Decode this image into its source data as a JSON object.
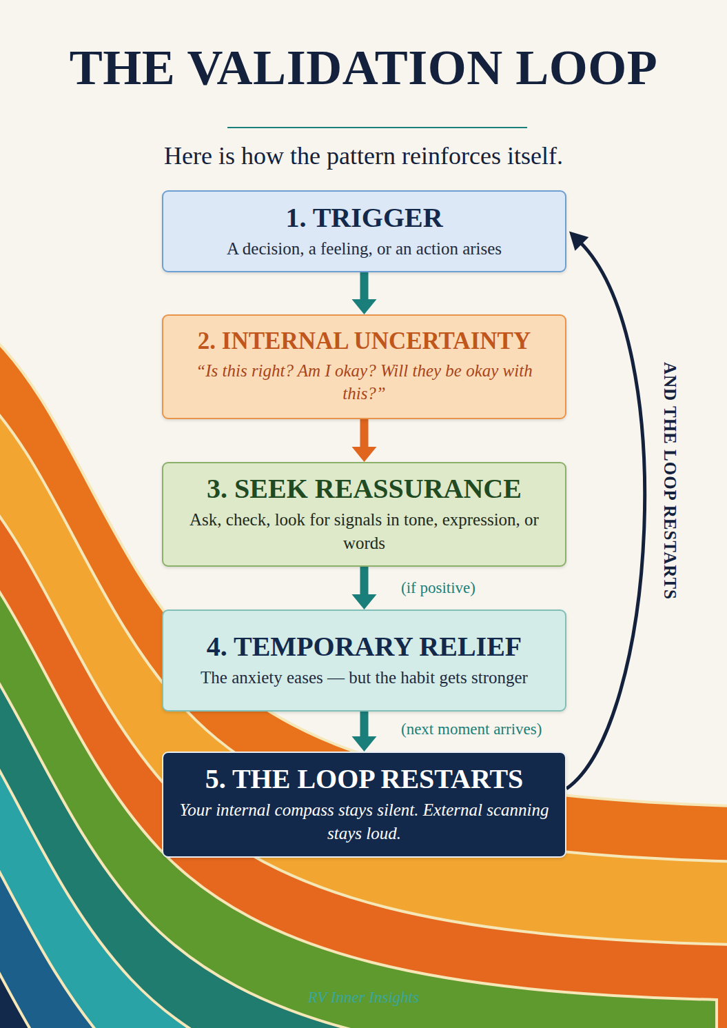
{
  "diagram": {
    "title": "THE VALIDATION LOOP",
    "nodes": [
      {
        "text": [
          "1. TRIGGER",
          "A decision, a feeling, or an action arises"
        ]
      },
      {
        "text": [
          "2. INTERNAL UNCERTAINTY",
          "“Is this right? Am I okay? Will they be okay with this?”"
        ]
      },
      {
        "text": [
          "3. SEEK REASSURANCE",
          "Ask, check, look for signals in tone, expression, or words"
        ]
      },
      {
        "text": [
          "4. TEMPORARY RELIEF",
          "The anxiety eases — but the habit gets stronger"
        ]
      },
      {
        "text": [
          "5. THE LOOP RESTARTS",
          "Your internal compass stays silent. External scanning stays loud."
        ]
      }
    ],
    "edges": [
      {
        "from": 0,
        "to": 1,
        "arrow": "to"
      },
      {
        "from": 1,
        "to": 2,
        "arrow": "to"
      },
      {
        "from": 2,
        "to": 3,
        "label": "(if positive)",
        "arrow": "to"
      },
      {
        "from": 3,
        "to": 4,
        "label": "(next moment arrives)",
        "arrow": "to"
      },
      {
        "from": 4,
        "to": 0,
        "label": "AND THE LOOP RESTARTS",
        "arrow": "to"
      }
    ],
    "labels": [
      "Here is how the pattern reinforces itself.",
      "RV Inner Insights"
    ]
  }
}
